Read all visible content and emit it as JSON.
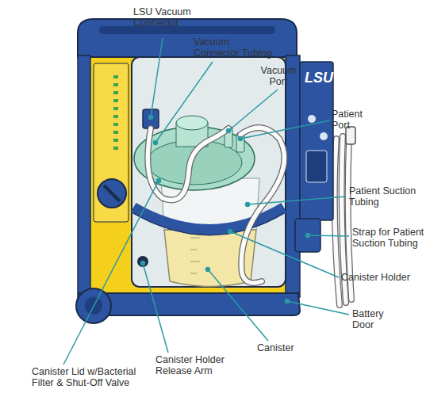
{
  "diagram": {
    "labels": [
      "LSU Vacuum Connector",
      "Vacuum Connector Tubing",
      "Vacuum Port",
      "Patient Port",
      "Patient Suction Tubing",
      "Strap for Patient Suction Tubing",
      "Canister Holder",
      "Battery Door",
      "Canister",
      "Canister Holder Release Arm",
      "Canister Lid w/Bacterial Filter & Shut-Off Valve",
      "LSU"
    ]
  }
}
